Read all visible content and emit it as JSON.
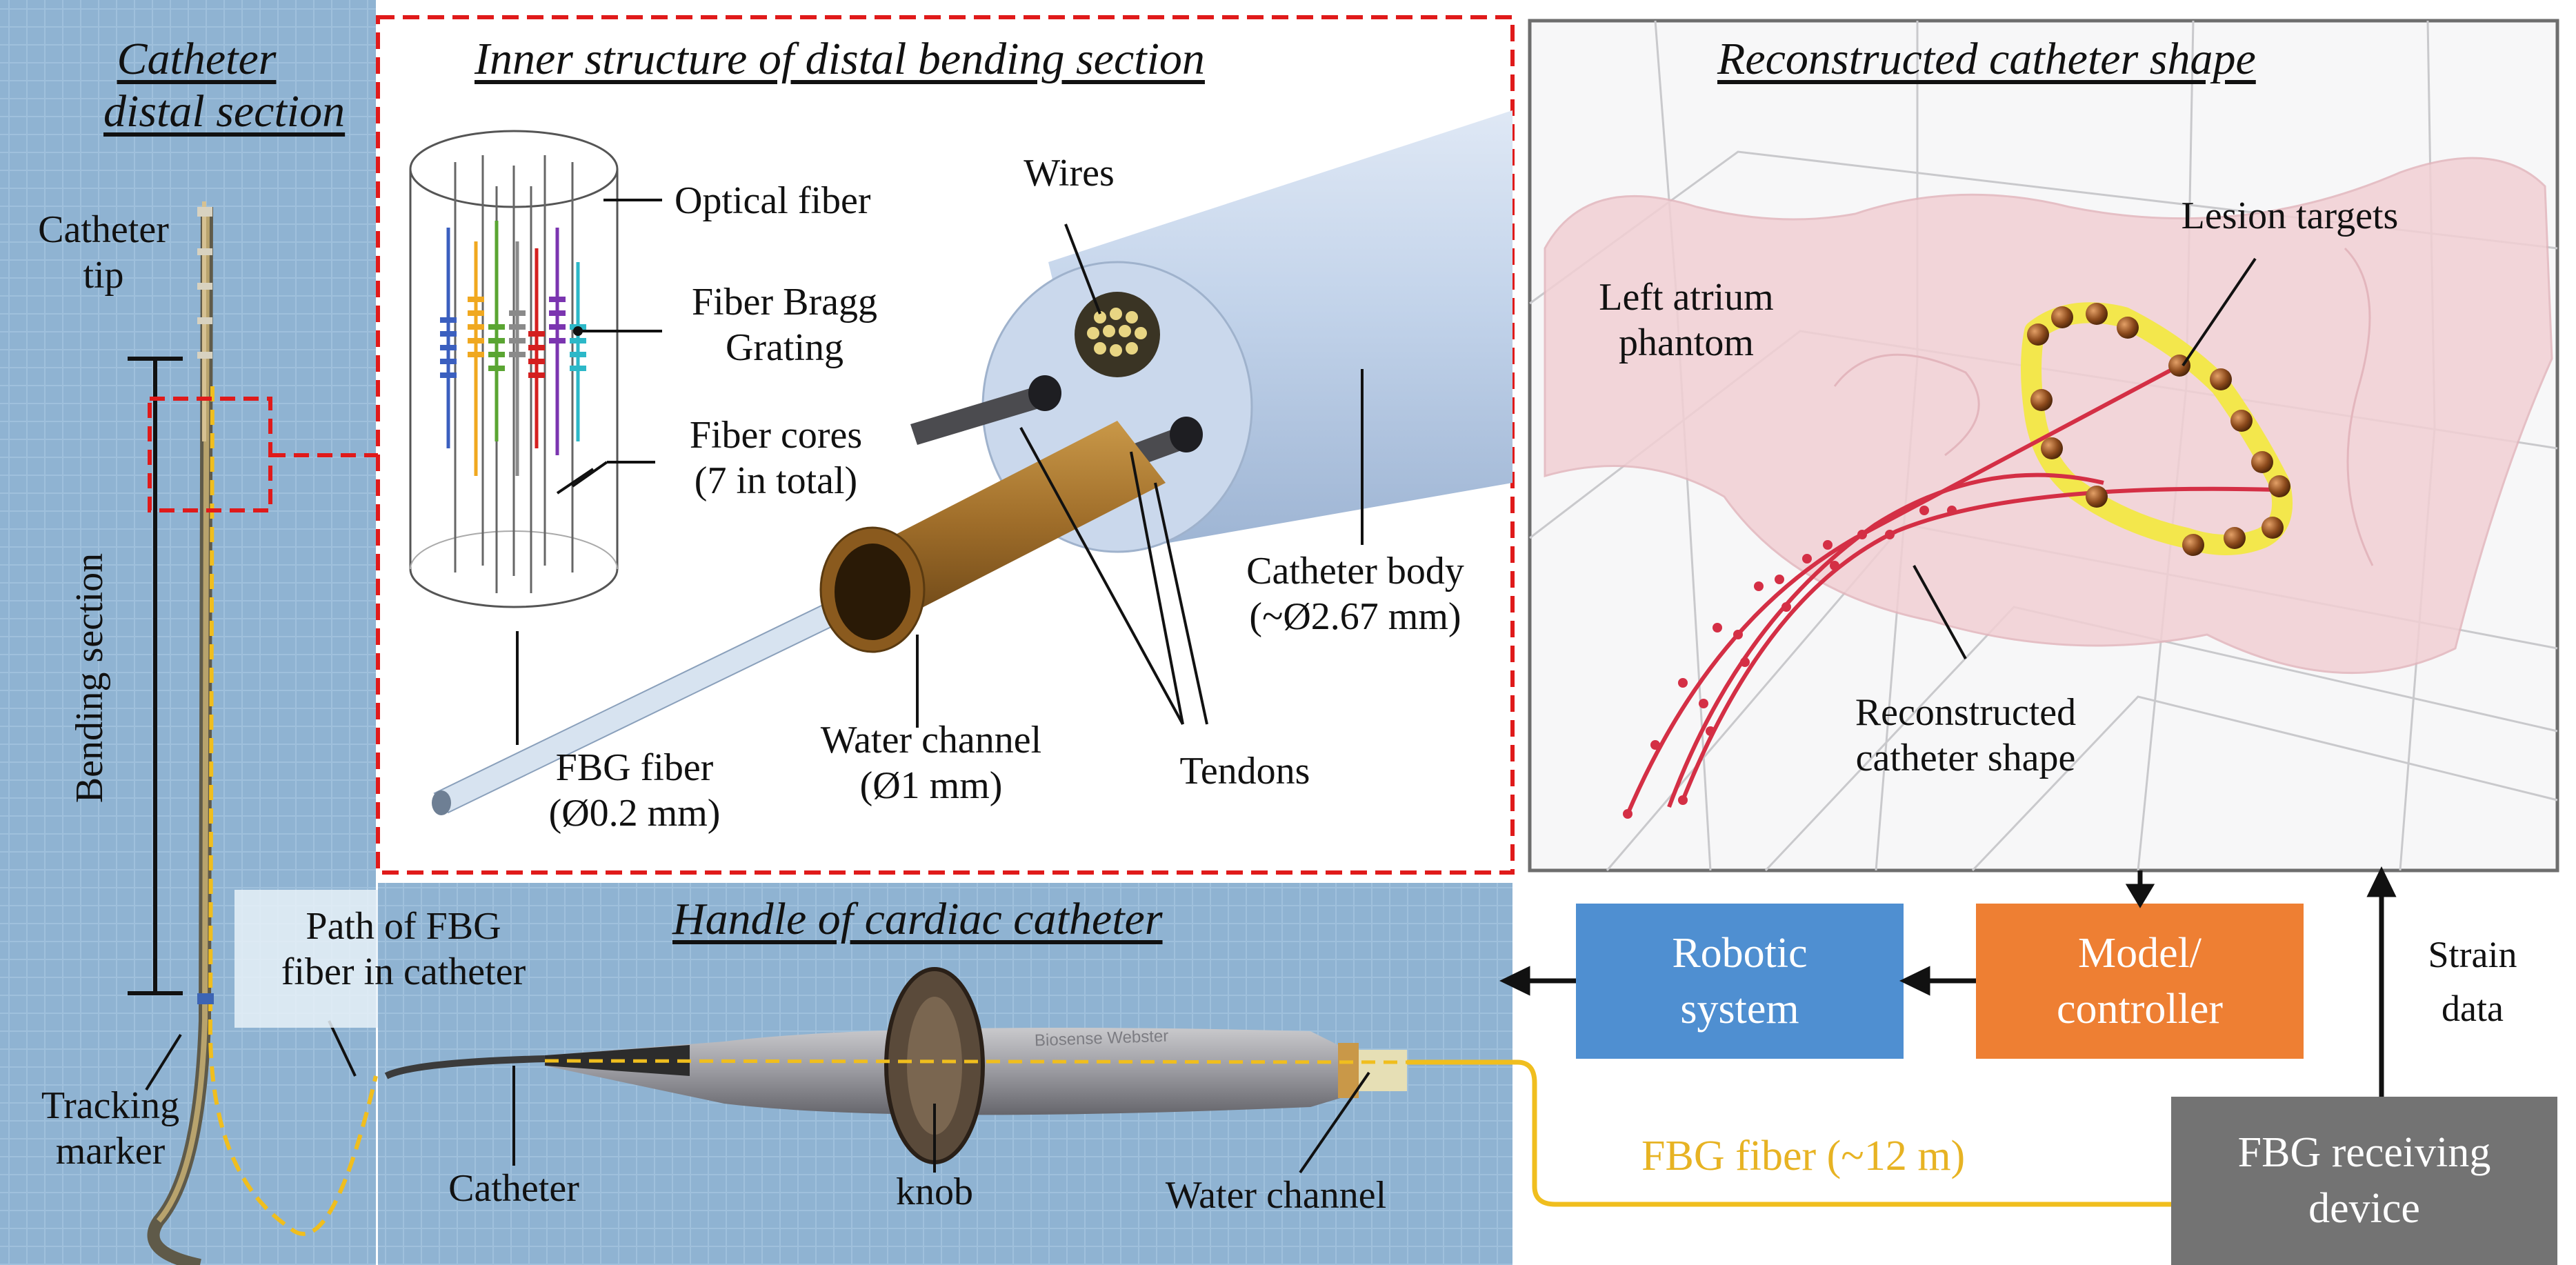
{
  "colors": {
    "drape_blue": "#8fb3d2",
    "drape_blue_light": "#a9c8e2",
    "red_dash": "#e01a1a",
    "fbg_yellow": "#f0be1e",
    "robotic_blue": "#4f8fd1",
    "model_orange": "#ee7f33",
    "receiver_gray": "#737373",
    "fbg_label_text": "#e7b323",
    "catheter_red": "#d42f45",
    "target_brown": "#8c4a1c",
    "lesion_yellow": "#f3e74c",
    "phantom_pink": "#f2d0d4"
  },
  "panels": {
    "distal": {
      "title": [
        "Catheter",
        "distal section"
      ],
      "tip_label": [
        "Catheter",
        "tip"
      ],
      "bending_label": "Bending section",
      "path_label": [
        "Path of FBG",
        "fiber in catheter"
      ],
      "marker_label": [
        "Tracking",
        "marker"
      ]
    },
    "inner": {
      "title": "Inner structure of distal bending section",
      "optical_fiber": "Optical fiber",
      "fbg": [
        "Fiber Bragg",
        "Grating"
      ],
      "cores": [
        "Fiber cores",
        "(7 in total)"
      ],
      "wires": "Wires",
      "body": [
        "Catheter body",
        "(~Ø2.67 mm)"
      ],
      "fbg_fiber": [
        "FBG fiber",
        "(Ø0.2 mm)"
      ],
      "water": [
        "Water channel",
        "(Ø1 mm)"
      ],
      "tendons": "Tendons"
    },
    "shape": {
      "title": "Reconstructed catheter shape",
      "lesion": "Lesion targets",
      "atrium": [
        "Left atrium",
        "phantom"
      ],
      "recon": [
        "Reconstructed",
        "catheter shape"
      ]
    },
    "handle": {
      "title": "Handle of cardiac catheter",
      "catheter": "Catheter",
      "knob": "knob",
      "water": "Water channel",
      "brand": "Biosense Webster"
    }
  },
  "system": {
    "robotic": [
      "Robotic",
      "system"
    ],
    "model": [
      "Model/",
      "controller"
    ],
    "receiver": [
      "FBG receiving",
      "device"
    ],
    "strain": [
      "Strain",
      "data"
    ],
    "fbg_fiber": "FBG fiber (~12 m)"
  }
}
